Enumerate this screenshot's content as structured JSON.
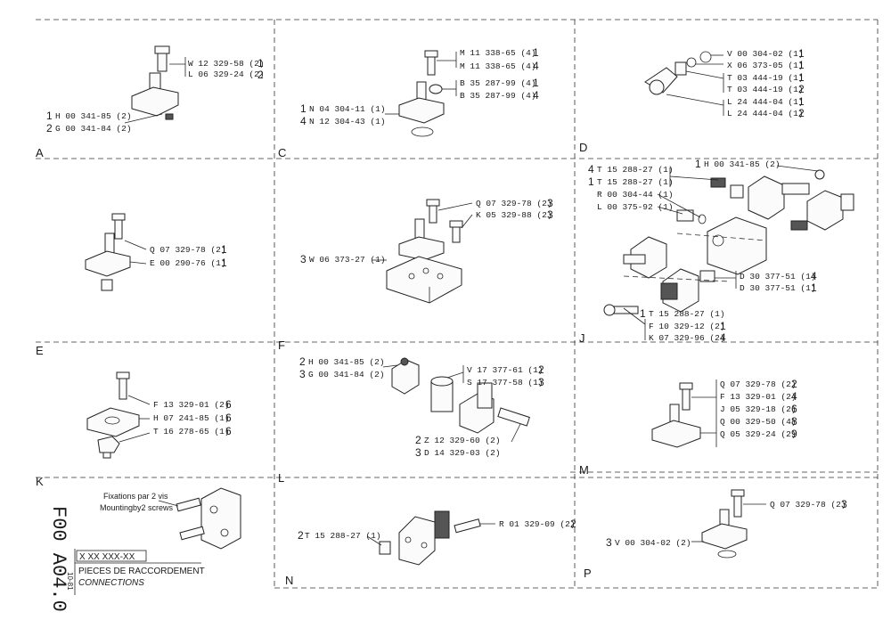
{
  "panels": {
    "A": {
      "letter": "A",
      "items": [
        {
          "qty": "1",
          "ref": "W 12 329-58 (2)",
          "sup": ""
        },
        {
          "qty": "2",
          "ref": "L 06 329-24 (2)",
          "sup": ""
        },
        {
          "qty": "1",
          "ref": "H 00 341-85 (2)",
          "sup": ""
        },
        {
          "qty": "2",
          "ref": "G 00 341-84 (2)",
          "sup": ""
        }
      ]
    },
    "C": {
      "letter": "C",
      "items": [
        {
          "qty": "1",
          "ref": "M 11 338-65 (4)"
        },
        {
          "qty": "4",
          "ref": "M 11 338-65 (4)"
        },
        {
          "qty": "1",
          "ref": "B 35 287-99 (4)"
        },
        {
          "qty": "4",
          "ref": "B 35 287-99 (4)"
        },
        {
          "qty": "1",
          "ref": "N 04 304-11 (1)"
        },
        {
          "qty": "4",
          "ref": "N 12 304-43 (1)"
        }
      ]
    },
    "D": {
      "letter": "D",
      "items": [
        {
          "qty": "1",
          "ref": "V 00 304-02 (1)"
        },
        {
          "qty": "1",
          "ref": "X 06 373-05 (1)"
        },
        {
          "qty": "1",
          "ref": "T 03 444-19 (1)"
        },
        {
          "qty": "2",
          "ref": "T 03 444-19 (1)"
        },
        {
          "qty": "1",
          "ref": "L 24 444-04 (1)"
        },
        {
          "qty": "2",
          "ref": "L 24 444-04 (1)"
        }
      ]
    },
    "E": {
      "letter": "E",
      "items": [
        {
          "qty": "1",
          "ref": "Q 07 329-78 (2)"
        },
        {
          "qty": "1",
          "ref": "E 00 290-76 (1)"
        }
      ]
    },
    "F": {
      "letter": "F",
      "items": [
        {
          "qty": "3",
          "ref": "Q 07 329-78 (2)"
        },
        {
          "qty": "3",
          "ref": "K 05 329-88 (2)"
        },
        {
          "qty": "3",
          "ref": "W 06 373-27 (1)"
        }
      ]
    },
    "J": {
      "letter": "J",
      "items": [
        {
          "qty": "4",
          "ref": "T 15 288-27 (1)"
        },
        {
          "qty": "1",
          "ref": "T 15 288-27 (1)"
        },
        {
          "qty": "",
          "ref": "R 00 304-44 (1)"
        },
        {
          "qty": "",
          "ref": "L 00 375-92 (1)"
        },
        {
          "qty": "1",
          "ref": "H 00 341-85 (2)"
        },
        {
          "qty": "4",
          "ref": "D 30 377-51 (1)"
        },
        {
          "qty": "1",
          "ref": "D 30 377-51 (1)"
        },
        {
          "qty": "1",
          "ref": "T 15 288-27 (1)"
        },
        {
          "qty": "1",
          "ref": "F 10 329-12 (2)"
        },
        {
          "qty": "4",
          "ref": "K 07 329-96 (2)"
        }
      ]
    },
    "K": {
      "letter": "K",
      "items": [
        {
          "qty": "6",
          "ref": "F 13 329-01 (2)"
        },
        {
          "qty": "6",
          "ref": "H 07 241-85 (1)"
        },
        {
          "qty": "6",
          "ref": "T 16 278-65 (1)"
        }
      ]
    },
    "L": {
      "letter": "L",
      "items": [
        {
          "qty": "2",
          "ref": "H 00 341-85 (2)"
        },
        {
          "qty": "3",
          "ref": "G 00 341-84 (2)"
        },
        {
          "qty": "2",
          "ref": "V 17 377-61 (1)"
        },
        {
          "qty": "3",
          "ref": "S 17 377-58 (1)"
        },
        {
          "qty": "2",
          "ref": "Z 12 329-60 (2)"
        },
        {
          "qty": "3",
          "ref": "D 14 329-03 (2)"
        }
      ]
    },
    "M": {
      "letter": "M",
      "items": [
        {
          "qty": "2",
          "ref": "Q 07 329-78 (2)"
        },
        {
          "qty": "4",
          "ref": "F 13 329-01 (2)"
        },
        {
          "qty": "6",
          "ref": "J 05 329-18 (2)"
        },
        {
          "qty": "8",
          "ref": "Q 00 329-50 (4)"
        },
        {
          "qty": "9",
          "ref": "Q 05 329-24 (2)"
        }
      ]
    },
    "N": {
      "letter": "N",
      "items": [
        {
          "qty": "2",
          "ref": "T 15 288-27 (1)"
        },
        {
          "qty": "2",
          "ref": "R 01 329-09 (2)"
        }
      ]
    },
    "P": {
      "letter": "P",
      "items": [
        {
          "qty": "3",
          "ref": "Q 07 329-78 (2)"
        },
        {
          "qty": "3",
          "ref": "V 00 304-02 (2)"
        }
      ]
    }
  },
  "titleblock": {
    "doc_code": "F00 A04.0",
    "date": "10-81",
    "ref_box": "X XX XXX-XX",
    "title_fr": "PIECES DE RACCORDEMENT",
    "title_en": "CONNECTIONS",
    "note_fr": "Fixations par 2 vis",
    "note_en": "Mountingby2 screws"
  }
}
